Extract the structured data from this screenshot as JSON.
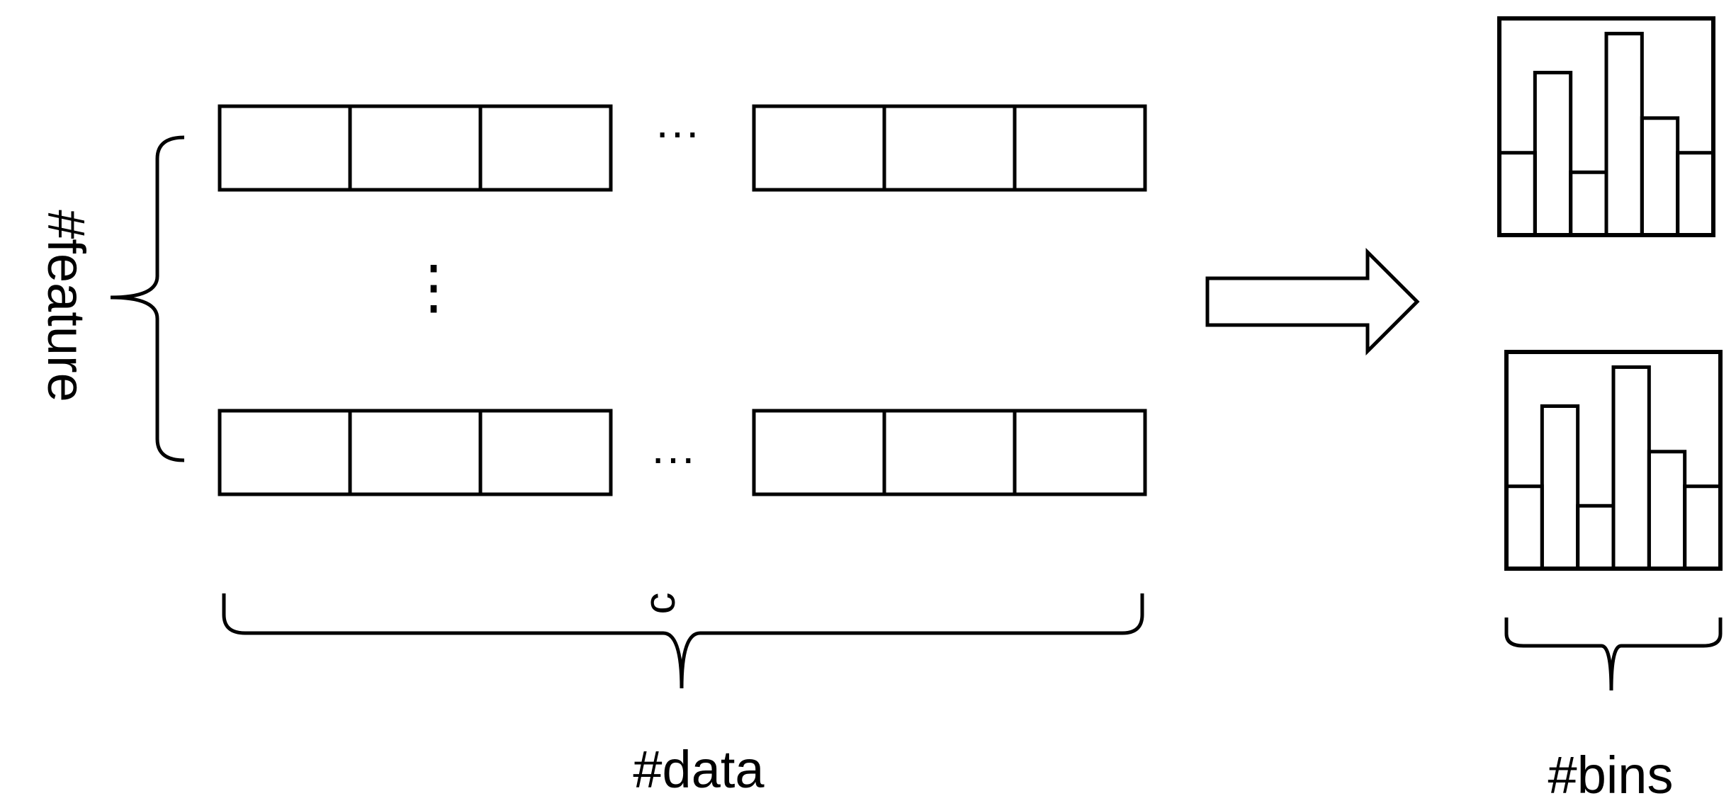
{
  "labels": {
    "feature_axis": "#feature",
    "data_axis": "#data",
    "bins_axis": "#bins",
    "rotated_glyph": "c"
  },
  "ellipsis": {
    "horizontal": "···",
    "vertical": "⋮"
  },
  "matrix": {
    "row_groups": 2,
    "cells_per_block": 3,
    "blocks_per_row": 2
  },
  "histograms": [
    {
      "bin_heights": [
        0.38,
        0.75,
        0.29,
        0.93,
        0.54,
        0.38
      ]
    },
    {
      "bin_heights": [
        0.38,
        0.75,
        0.29,
        0.93,
        0.54,
        0.38
      ]
    }
  ],
  "colors": {
    "stroke": "#000000",
    "background": "#ffffff"
  },
  "icons": {
    "transform_arrow": "right-arrow-icon"
  }
}
